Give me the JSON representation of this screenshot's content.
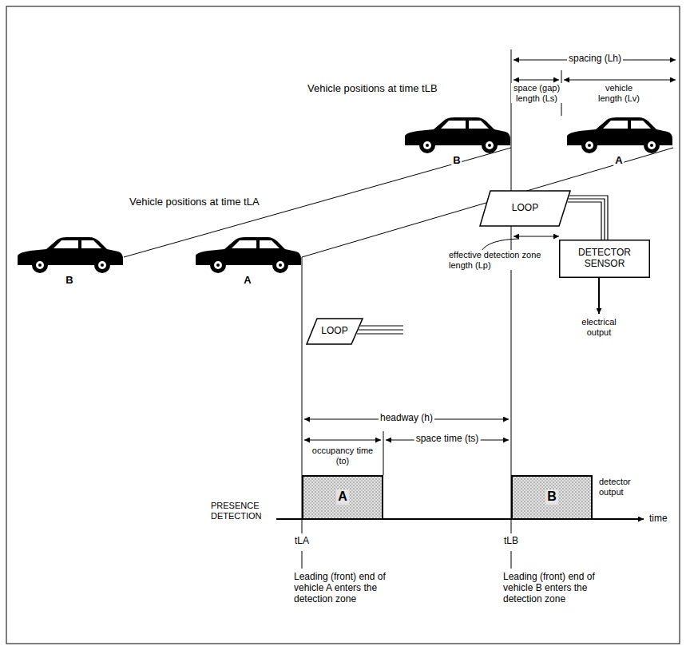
{
  "diagram": {
    "nodes": [
      {
        "text": [
          "LOOP"
        ]
      },
      {
        "text": [
          "LOOP"
        ]
      },
      {
        "text": [
          "DETECTOR SENSOR"
        ]
      },
      {
        "text": [
          "A"
        ]
      },
      {
        "text": [
          "B"
        ]
      }
    ],
    "edges": [
      {
        "from": 1,
        "to": 2,
        "arrow": "none"
      }
    ],
    "labels": [
      "spacing (Lh)",
      "space (gap) length (Ls)",
      "vehicle length (Lv)",
      "Vehicle positions at time tLB",
      "Vehicle positions at time tLA",
      "B",
      "A",
      "B",
      "A",
      "effective detection zone length (Lp)",
      "electrical output",
      "headway (h)",
      "occupancy time (to)",
      "space time (ts)",
      "PRESENCE DETECTION",
      "detector output",
      "time",
      "tLA",
      "tLB",
      "Leading (front) end of vehicle A enters the detection zone",
      "Leading (front) end of vehicle B enters the detection zone"
    ]
  }
}
